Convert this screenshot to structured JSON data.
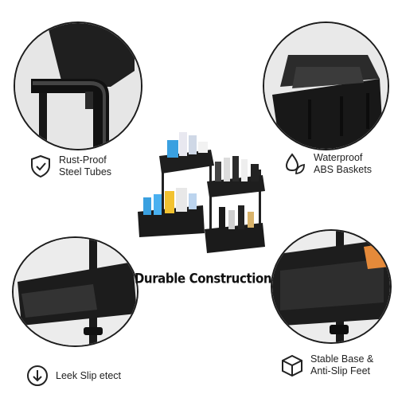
{
  "headline": "Durable Construction",
  "features": {
    "rust": {
      "line1": "Rust-Proof",
      "line2": "Steel Tubes",
      "icon": "shield-check-icon"
    },
    "waterproof": {
      "line1": "Waterproof",
      "line2": "ABS Baskets",
      "icon": "water-drop-leaf-icon"
    },
    "leak": {
      "line1": "Leek Slip etect",
      "icon": "circle-down-arrow-icon"
    },
    "stable": {
      "line1": "Stable Base &",
      "line2": "Anti-Slip Feet",
      "icon": "cube-icon"
    }
  },
  "colors": {
    "frame": "#1d1d1d",
    "text": "#222222",
    "accent_cleaner": "#3aa0e0",
    "accent_yellow": "#f2c230"
  }
}
